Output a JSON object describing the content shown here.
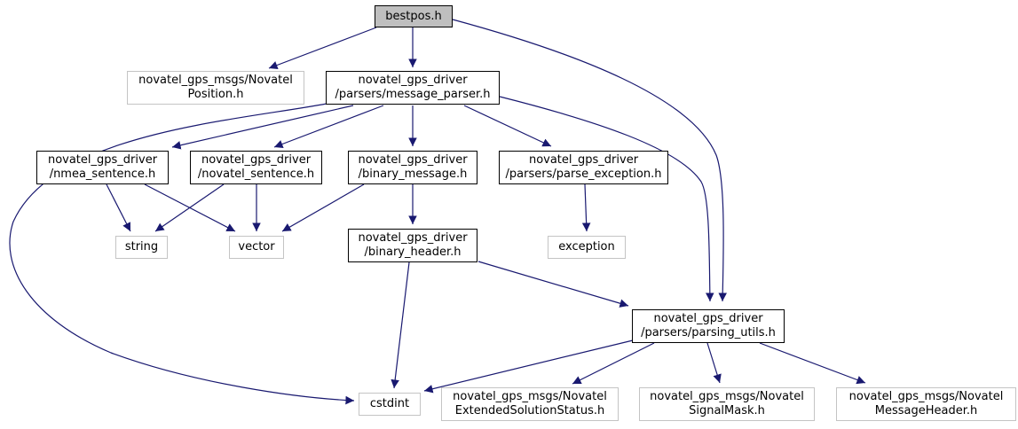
{
  "diagram": {
    "kind": "include-dependency-graph",
    "root_file": "bestpos.h",
    "nodes": [
      {
        "id": "bestpos",
        "kind": "root",
        "label": [
          "bestpos.h"
        ]
      },
      {
        "id": "novatel_position",
        "kind": "external",
        "label": [
          "novatel_gps_msgs/Novatel",
          "Position.h"
        ]
      },
      {
        "id": "message_parser",
        "kind": "internal",
        "label": [
          "novatel_gps_driver",
          "/parsers/message_parser.h"
        ]
      },
      {
        "id": "nmea_sentence",
        "kind": "internal",
        "label": [
          "novatel_gps_driver",
          "/nmea_sentence.h"
        ]
      },
      {
        "id": "novatel_sentence",
        "kind": "internal",
        "label": [
          "novatel_gps_driver",
          "/novatel_sentence.h"
        ]
      },
      {
        "id": "binary_message",
        "kind": "internal",
        "label": [
          "novatel_gps_driver",
          "/binary_message.h"
        ]
      },
      {
        "id": "parse_exception",
        "kind": "internal",
        "label": [
          "novatel_gps_driver",
          "/parsers/parse_exception.h"
        ]
      },
      {
        "id": "string",
        "kind": "external",
        "label": [
          "string"
        ]
      },
      {
        "id": "vector",
        "kind": "external",
        "label": [
          "vector"
        ]
      },
      {
        "id": "binary_header",
        "kind": "internal",
        "label": [
          "novatel_gps_driver",
          "/binary_header.h"
        ]
      },
      {
        "id": "exception",
        "kind": "external",
        "label": [
          "exception"
        ]
      },
      {
        "id": "parsing_utils",
        "kind": "internal",
        "label": [
          "novatel_gps_driver",
          "/parsers/parsing_utils.h"
        ]
      },
      {
        "id": "cstdint",
        "kind": "external",
        "label": [
          "cstdint"
        ]
      },
      {
        "id": "extended_solution_status",
        "kind": "external",
        "label": [
          "novatel_gps_msgs/Novatel",
          "ExtendedSolutionStatus.h"
        ]
      },
      {
        "id": "signal_mask",
        "kind": "external",
        "label": [
          "novatel_gps_msgs/Novatel",
          "SignalMask.h"
        ]
      },
      {
        "id": "message_header",
        "kind": "external",
        "label": [
          "novatel_gps_msgs/Novatel",
          "MessageHeader.h"
        ]
      }
    ],
    "edges": [
      {
        "from": "bestpos",
        "to": "novatel_position"
      },
      {
        "from": "bestpos",
        "to": "message_parser"
      },
      {
        "from": "bestpos",
        "to": "parsing_utils"
      },
      {
        "from": "message_parser",
        "to": "nmea_sentence"
      },
      {
        "from": "message_parser",
        "to": "novatel_sentence"
      },
      {
        "from": "message_parser",
        "to": "binary_message"
      },
      {
        "from": "message_parser",
        "to": "parse_exception"
      },
      {
        "from": "message_parser",
        "to": "cstdint"
      },
      {
        "from": "message_parser",
        "to": "parsing_utils"
      },
      {
        "from": "nmea_sentence",
        "to": "string"
      },
      {
        "from": "nmea_sentence",
        "to": "vector"
      },
      {
        "from": "novatel_sentence",
        "to": "string"
      },
      {
        "from": "novatel_sentence",
        "to": "vector"
      },
      {
        "from": "binary_message",
        "to": "vector"
      },
      {
        "from": "binary_message",
        "to": "binary_header"
      },
      {
        "from": "parse_exception",
        "to": "exception"
      },
      {
        "from": "binary_header",
        "to": "cstdint"
      },
      {
        "from": "binary_header",
        "to": "parsing_utils"
      },
      {
        "from": "parsing_utils",
        "to": "cstdint"
      },
      {
        "from": "parsing_utils",
        "to": "extended_solution_status"
      },
      {
        "from": "parsing_utils",
        "to": "signal_mask"
      },
      {
        "from": "parsing_utils",
        "to": "message_header"
      }
    ],
    "colors": {
      "background": "#ffffff",
      "edge": "#191970",
      "node_fill": "#ffffff",
      "root_fill": "#bfbfbf",
      "border_internal": "#000000",
      "border_external": "#c4c4c4",
      "text": "#000000"
    }
  }
}
